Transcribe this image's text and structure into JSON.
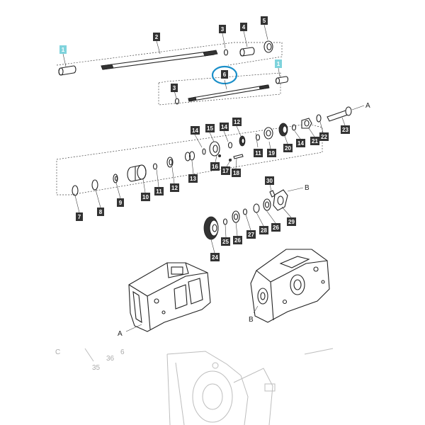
{
  "labels": {
    "n1": "1",
    "n2": "2",
    "n3": "3",
    "n4": "4",
    "n5": "5",
    "n6": "6",
    "n7": "7",
    "n8": "8",
    "n9": "9",
    "n10": "10",
    "n11": "11",
    "n12": "12",
    "n13": "13",
    "n14": "14",
    "n15": "15",
    "n16": "16",
    "n17": "17",
    "n18": "18",
    "n19": "19",
    "n20": "20",
    "n21": "21",
    "n22": "22",
    "n23": "23",
    "n24": "24",
    "n25": "25",
    "n26": "26",
    "n27": "27",
    "n28": "28",
    "n29": "29",
    "n30": "30",
    "A": "A",
    "B": "B",
    "C": "C",
    "n35": "35",
    "n36": "36",
    "n6b": "6"
  },
  "colors": {
    "label_bg": "#333333",
    "highlight_label_bg": "#7fd3dc",
    "highlight_ring": "#1a8fc9"
  }
}
